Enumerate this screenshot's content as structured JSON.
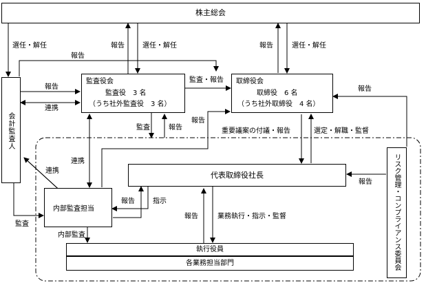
{
  "boxes": {
    "shareholders": "株主総会",
    "auditors_board": {
      "title": "監査役会",
      "line1": "監査役　3 名",
      "line2": "（うち社外監査役　3 名）"
    },
    "directors_board": {
      "title": "取締役会",
      "line1": "取締役　6 名",
      "line2": "（うち社外取締役　4 名）"
    },
    "accounting_auditor": "会計監査人",
    "president": "代表取締役社長",
    "internal_audit": "内部監査担当",
    "officers": "執行役員",
    "departments": "各業務担当部門",
    "risk_committee": "リスク管理・コンプライアンス委員会"
  },
  "labels": {
    "elect_dismiss_left": "選任・解任",
    "report_top_left": "報告",
    "report_top_mid": "報告",
    "elect_dismiss_mid": "選任・解任",
    "report_top_right": "報告",
    "elect_dismiss_right": "選任・解任",
    "report_auditor_to_board": "報告",
    "coop_auditor_board": "連携",
    "audit_report": "監査・報告",
    "report_risk_to_board": "報告",
    "audit_down": "監査",
    "report_up": "報告",
    "report_president_to_board": "報告",
    "important_matters": "重要議案の付議・報告",
    "select_dismiss_supervise": "選定・解職・監督",
    "coop_auditor_internal": "連携",
    "coop_board_internal": "連携",
    "report_risk_to_president": "報告",
    "report_internal_to_president": "報告",
    "instruction": "指示",
    "audit_auditor_internal": "監査",
    "internal_audit_label": "内部監査",
    "report_officers_up": "報告",
    "business_exec": "業務執行・指示・監督"
  }
}
